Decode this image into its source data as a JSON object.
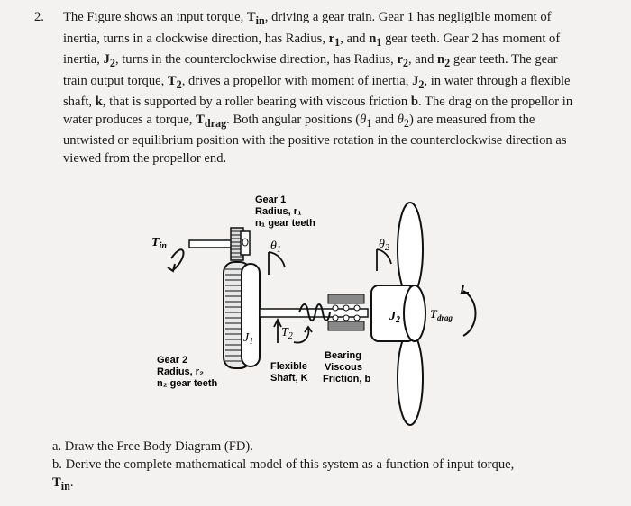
{
  "problem": {
    "number": "2.",
    "text_parts": [
      "The Figure shows an input torque, ",
      "T",
      "in",
      ", driving a gear train. Gear 1 has negligible moment of inertia, turns in a clockwise direction, has Radius, ",
      "r",
      "1",
      ", and ",
      "n",
      "1",
      " gear teeth. Gear 2 has moment of inertia, ",
      "J",
      "2",
      ", turns in the counterclockwise direction, has Radius, ",
      "r",
      "2",
      ", and ",
      "n",
      "2",
      " gear teeth. The gear train output torque, ",
      "T",
      "2",
      ", drives a propellor with moment of inertia, ",
      "J",
      "2",
      ", in water through a flexible shaft, ",
      "k",
      ", that is supported by a roller bearing with viscous friction ",
      "b",
      ". The drag on the propellor in water produces a torque, ",
      "T",
      "drag",
      ". Both angular positions (",
      "θ",
      "1",
      " and ",
      "θ",
      "2",
      ") are measured from the untwisted or equilibrium position with the positive rotation in the counterclockwise direction as viewed from the propellor end."
    ]
  },
  "figure": {
    "gear1_label": [
      "Gear 1",
      "Radius, r₁",
      "n₁ gear teeth"
    ],
    "gear2_label": [
      "Gear 2",
      "Radius, r₂",
      "n₂ gear teeth"
    ],
    "tin_label": "T",
    "tin_sub": "in",
    "theta1": "θ",
    "theta1_sub": "1",
    "theta2": "θ",
    "theta2_sub": "2",
    "j1": "J",
    "j1_sub": "1",
    "t2": "T",
    "t2_sub": "2",
    "j2": "J",
    "j2_sub": "2",
    "tdrag": "T",
    "tdrag_sub": "drag",
    "shaft_label": [
      "Flexible",
      "Shaft, K"
    ],
    "bearing_label": [
      "Bearing",
      "Viscous",
      "Friction, b"
    ]
  },
  "tasks": {
    "a": "a. Draw the Free Body Diagram (FD).",
    "b_line1": "b. Derive the complete mathematical model of this system as a function of input torque,",
    "b_var": "T",
    "b_sub": "in",
    "b_end": "."
  }
}
